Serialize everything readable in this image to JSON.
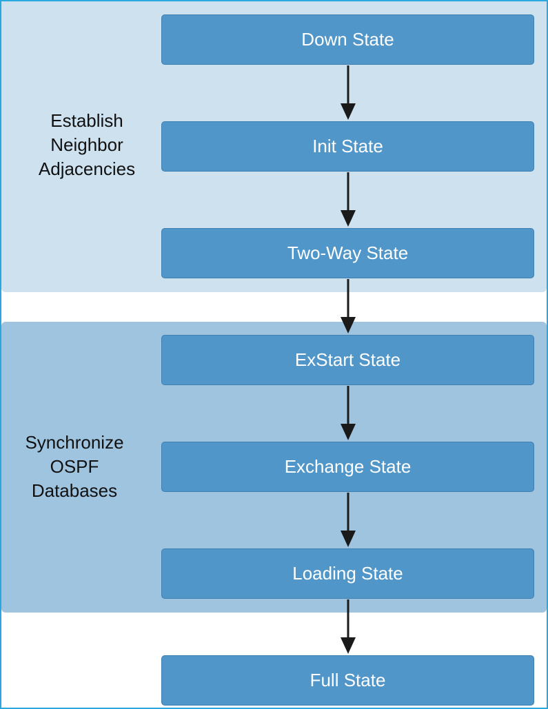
{
  "groups": [
    {
      "label_lines": [
        "Establish",
        "Neighbor",
        "Adjacencies"
      ]
    },
    {
      "label_lines": [
        "Synchronize",
        "OSPF",
        "Databases"
      ]
    }
  ],
  "states": [
    "Down State",
    "Init State",
    "Two-Way State",
    "ExStart State",
    "Exchange State",
    "Loading State",
    "Full State"
  ],
  "colors": {
    "frame_border": "#29a8df",
    "group1_fill": "#cde1ee",
    "group2_fill": "#9fc4e0",
    "state_fill": "#5096c9",
    "arrow": "#1a1a1a"
  }
}
